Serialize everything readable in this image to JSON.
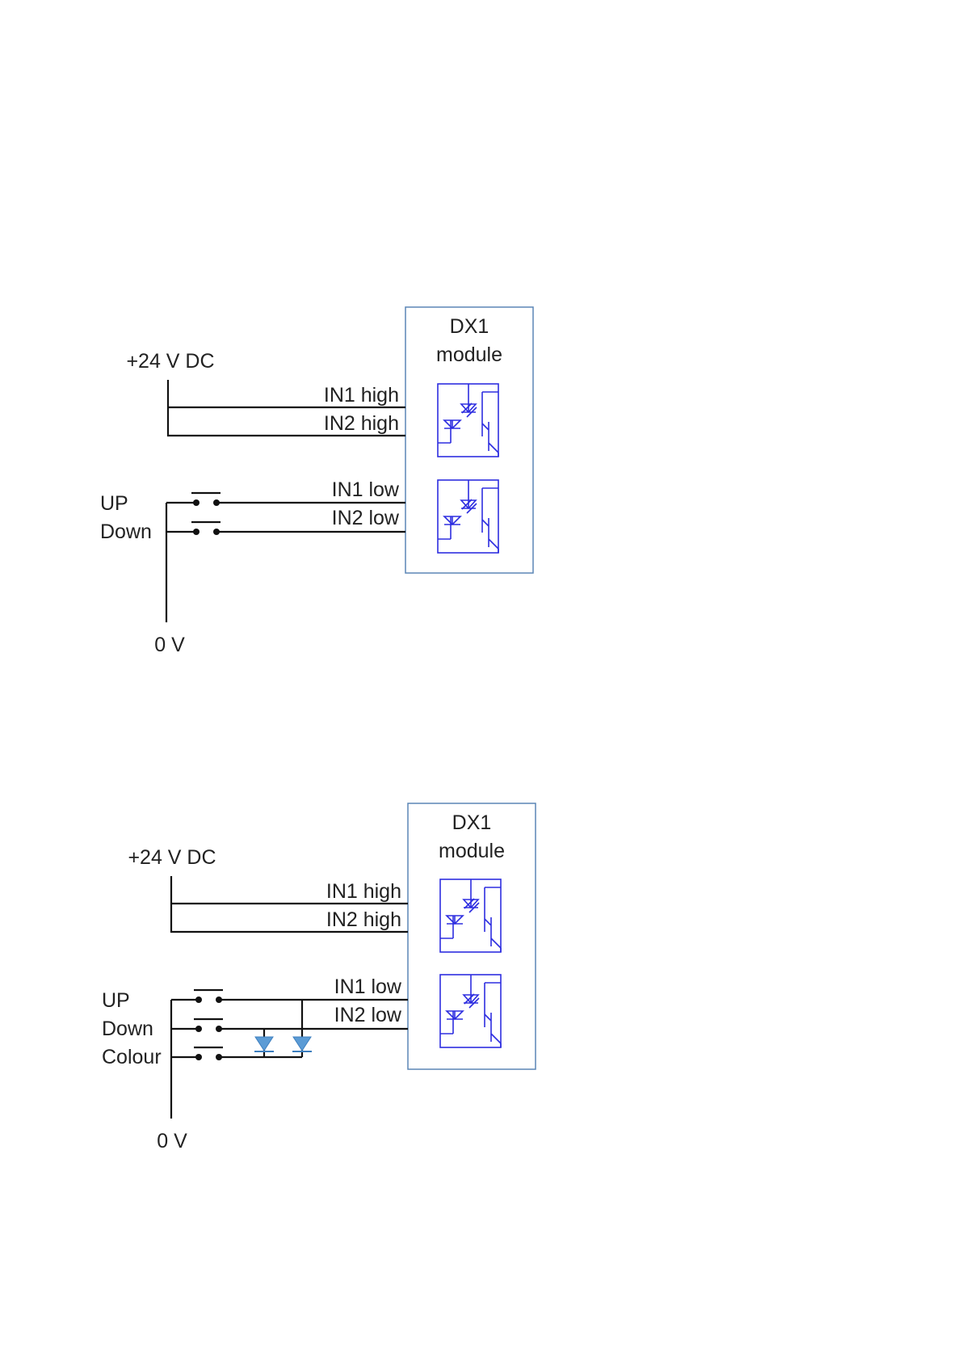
{
  "diagrams": [
    {
      "module_title": [
        "DX1",
        "module"
      ],
      "supply_label": "+24 V DC",
      "ground_label": "0 V",
      "high_inputs": [
        "IN1 high",
        "IN2 high"
      ],
      "low_inputs": [
        "IN1 low",
        "IN2 low"
      ],
      "switches": [
        "UP",
        "Down"
      ]
    },
    {
      "module_title": [
        "DX1",
        "module"
      ],
      "supply_label": "+24 V DC",
      "ground_label": "0 V",
      "high_inputs": [
        "IN1 high",
        "IN2 high"
      ],
      "low_inputs": [
        "IN1 low",
        "IN2 low"
      ],
      "switches": [
        "UP",
        "Down",
        "Colour"
      ]
    }
  ],
  "colors": {
    "module_border": "#5b86b5",
    "optocoupler": "#2e2ee0",
    "diode_fill": "#5b9bd5",
    "wire": "#111111"
  }
}
